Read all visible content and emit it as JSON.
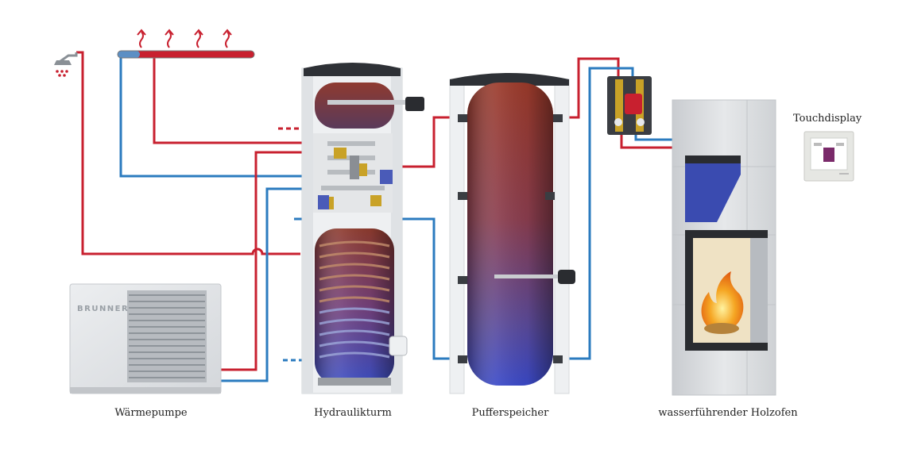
{
  "labels": {
    "heat_pump": "Wärmepumpe",
    "hydraulic_tower": "Hydraulikturm",
    "buffer_tank": "Pufferspeicher",
    "wood_stove": "wasserführender Holzofen",
    "touch_display": "Touchdisplay"
  },
  "heat_pump_brand": "BRUNNER",
  "colors": {
    "flow_pipe": "#c8202f",
    "return_pipe": "#2b7bbf",
    "fire": "#f5a623"
  },
  "icons": [
    "shower-icon",
    "radiator-icon",
    "heat-arrow-icon"
  ]
}
